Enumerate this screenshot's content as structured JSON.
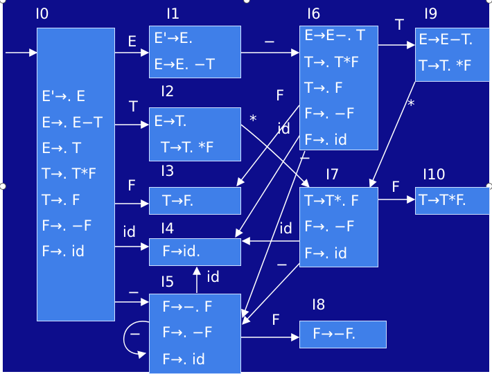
{
  "diagram": {
    "background": "#0d0d8c",
    "box_fill": "#3f7fe9",
    "line_color": "#ffffff",
    "states": [
      {
        "id": "I0",
        "items": [
          "E'→. E",
          "E→. E−T",
          "E→. T",
          "T→. T*F",
          "T→. F",
          "F→. −F",
          "F→. id"
        ]
      },
      {
        "id": "I1",
        "items": [
          "E'→E.",
          "E→E. −T"
        ]
      },
      {
        "id": "I2",
        "items": [
          "E→T.",
          "T→T. *F"
        ]
      },
      {
        "id": "I3",
        "items": [
          "T→F."
        ]
      },
      {
        "id": "I4",
        "items": [
          "F→id."
        ]
      },
      {
        "id": "I5",
        "items": [
          "F→−. F",
          "F→. −F",
          "F→. id"
        ]
      },
      {
        "id": "I6",
        "items": [
          "E→E−. T",
          "T→. T*F",
          "T→. F",
          "F→. −F",
          "F→. id"
        ]
      },
      {
        "id": "I7",
        "items": [
          "T→T*. F",
          "F→. −F",
          "F→. id"
        ]
      },
      {
        "id": "I8",
        "items": [
          "F→−F."
        ]
      },
      {
        "id": "I9",
        "items": [
          "E→E−T.",
          "T→T. *F"
        ]
      },
      {
        "id": "I10",
        "items": [
          "T→T*F."
        ]
      }
    ],
    "transitions": [
      {
        "from": "I0",
        "to": "I1",
        "symbol": "E"
      },
      {
        "from": "I0",
        "to": "I2",
        "symbol": "T"
      },
      {
        "from": "I0",
        "to": "I3",
        "symbol": "F"
      },
      {
        "from": "I0",
        "to": "I4",
        "symbol": "id"
      },
      {
        "from": "I0",
        "to": "I5",
        "symbol": "−"
      },
      {
        "from": "I1",
        "to": "I6",
        "symbol": "−"
      },
      {
        "from": "I2",
        "to": "I7",
        "symbol": "*"
      },
      {
        "from": "I6",
        "to": "I9",
        "symbol": "T"
      },
      {
        "from": "I6",
        "to": "I3",
        "symbol": "F"
      },
      {
        "from": "I6",
        "to": "I4",
        "symbol": "id"
      },
      {
        "from": "I6",
        "to": "I5",
        "symbol": "−"
      },
      {
        "from": "I9",
        "to": "I7",
        "symbol": "*"
      },
      {
        "from": "I7",
        "to": "I10",
        "symbol": "F"
      },
      {
        "from": "I7",
        "to": "I4",
        "symbol": "id"
      },
      {
        "from": "I7",
        "to": "I5",
        "symbol": "−"
      },
      {
        "from": "I5",
        "to": "I8",
        "symbol": "F"
      },
      {
        "from": "I5",
        "to": "I4",
        "symbol": "id"
      },
      {
        "from": "I5",
        "to": "I5",
        "symbol": "−"
      }
    ]
  }
}
